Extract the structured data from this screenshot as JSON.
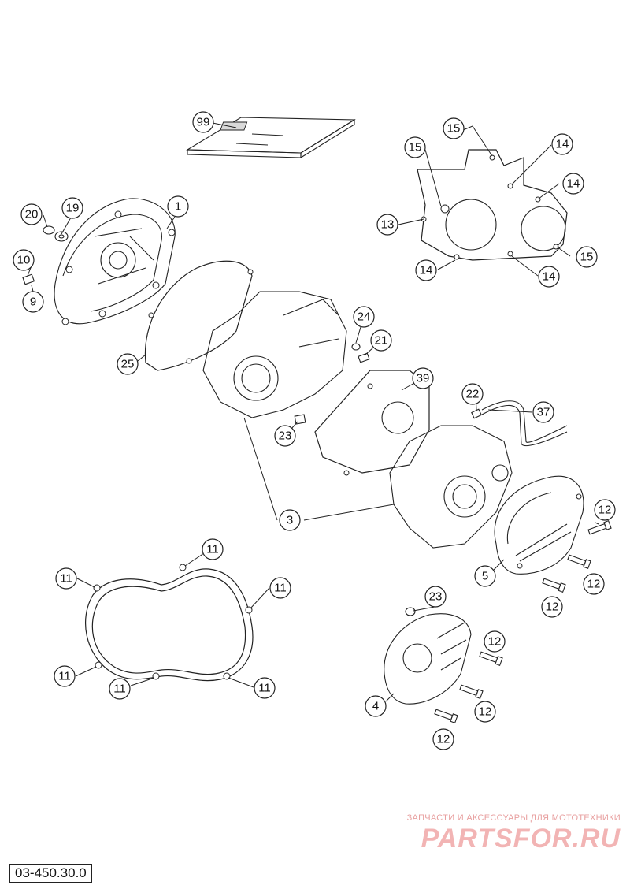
{
  "watermark": {
    "tagline": "ЗАПЧАСТИ И АКСЕССУАРЫ ДЛЯ МОТОТЕХНИКИ",
    "brand": "PARTSFOR.RU"
  },
  "diagram_code": "03-450.30.0",
  "callouts": {
    "c99": "99",
    "c1": "1",
    "c20": "20",
    "c19": "19",
    "c10": "10",
    "c9": "9",
    "c25": "25",
    "c24": "24",
    "c21": "21",
    "c23a": "23",
    "c39": "39",
    "c3": "3",
    "c22": "22",
    "c37": "37",
    "c15a": "15",
    "c15b": "15",
    "c15c": "15",
    "c14a": "14",
    "c14b": "14",
    "c14c": "14",
    "c14d": "14",
    "c13": "13",
    "c12a": "12",
    "c12b": "12",
    "c12c": "12",
    "c12d": "12",
    "c12e": "12",
    "c12f": "12",
    "c5": "5",
    "c23b": "23",
    "c4": "4",
    "c11a": "11",
    "c11b": "11",
    "c11c": "11",
    "c11d": "11",
    "c11e": "11",
    "c11f": "11"
  }
}
